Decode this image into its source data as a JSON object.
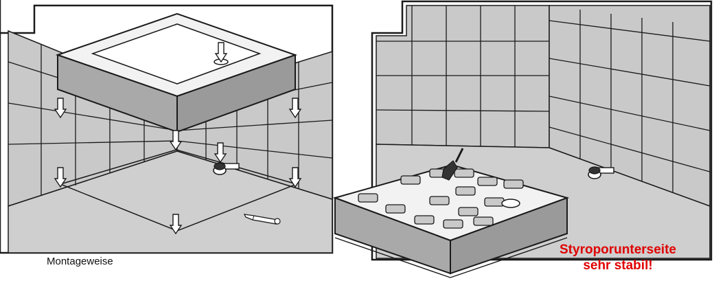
{
  "captions": {
    "left": "Montageweise",
    "right_line1": "Styroporunterseite",
    "right_line2": "sehr stabil!"
  },
  "colors": {
    "wall": "#c9c9c9",
    "floor": "#cfcfcf",
    "line": "#1a1a1a",
    "tray": "#f2f2f2",
    "panel": "#a9a9a9",
    "accent": "#e00000"
  }
}
